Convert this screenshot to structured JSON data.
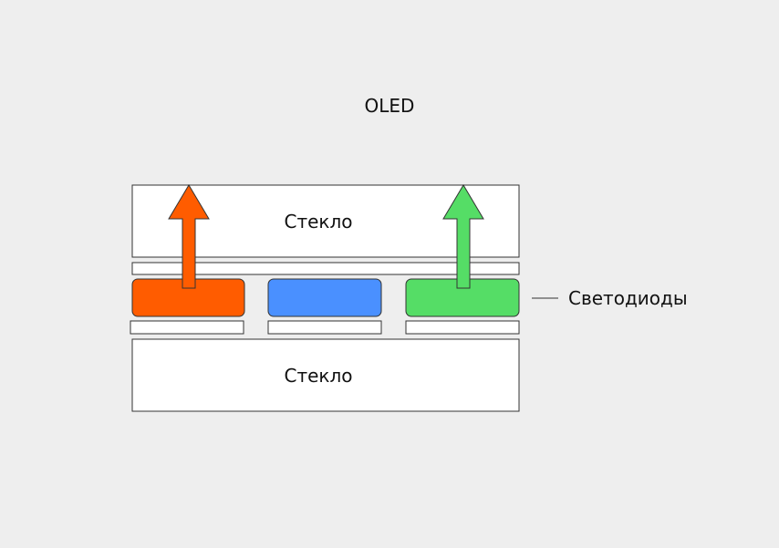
{
  "title": "OLED",
  "glass_top_label": "Стекло",
  "glass_bottom_label": "Стекло",
  "leds_label": "Светодиоды",
  "colors": {
    "background": "#eeeeee",
    "layer_fill": "#ffffff",
    "stroke": "#333333",
    "led_red": "#ff5c00",
    "led_blue": "#4a90ff",
    "led_green": "#55dd66"
  },
  "leds": [
    {
      "name": "red",
      "color": "#ff5c00",
      "emitting": true
    },
    {
      "name": "blue",
      "color": "#4a90ff",
      "emitting": false
    },
    {
      "name": "green",
      "color": "#55dd66",
      "emitting": true
    }
  ]
}
